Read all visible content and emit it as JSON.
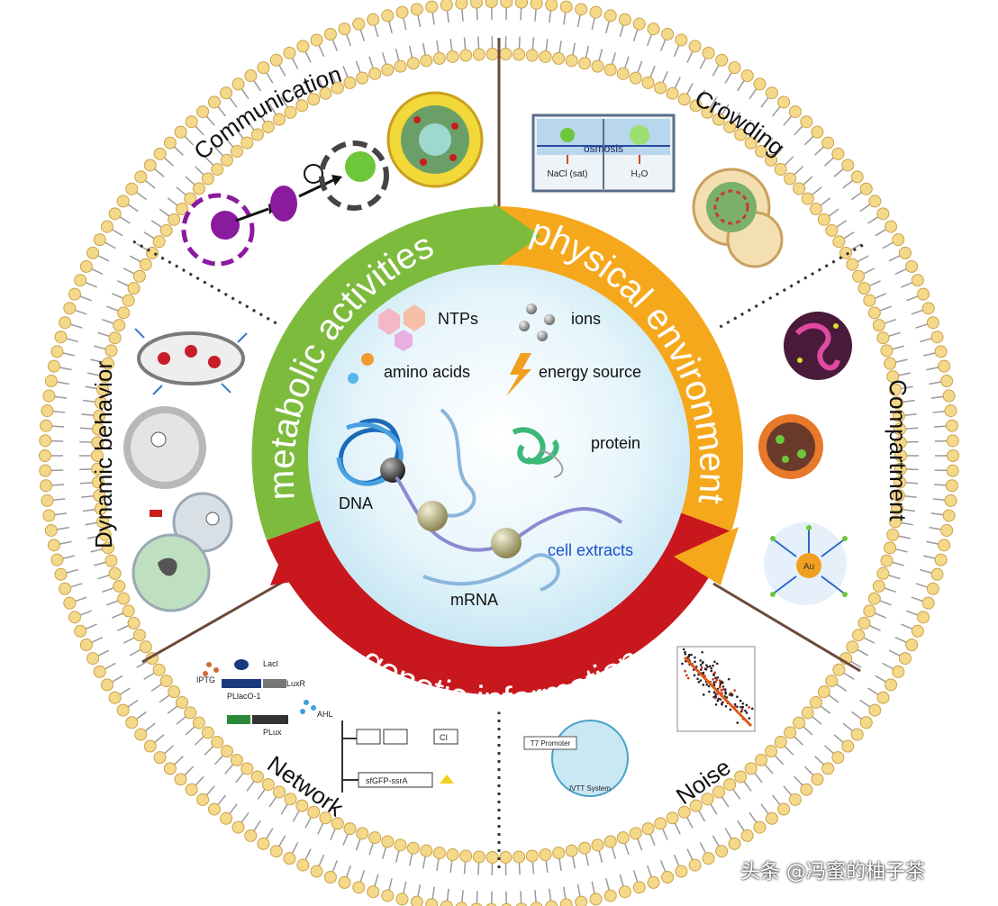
{
  "outer_categories": {
    "communication": "Communication",
    "crowding": "Crowding",
    "compartment": "Compartment",
    "noise": "Noise",
    "network": "Network",
    "dynamic_behavior": "Dynamic behavior"
  },
  "ring_labels": {
    "metabolic": "metabolic activities",
    "physical": "physical environment",
    "genetic": "genetic information"
  },
  "ring_colors": {
    "metabolic": "#7dbb3c",
    "physical": "#f5a81c",
    "genetic": "#c8181e"
  },
  "center_items": {
    "ntps": "NTPs",
    "ions": "ions",
    "amino_acids": "amino acids",
    "energy_source": "energy source",
    "protein": "protein",
    "dna": "DNA",
    "mrna": "mRNA",
    "cell_extracts": "cell extracts"
  },
  "crowding_panel": {
    "osmosis": "osmosis",
    "left_label": "NaCl (sat)",
    "right_label": "H₂O"
  },
  "network_panel": {
    "iptg": "IPTG",
    "laci": "LacI",
    "luxr": "LuxR",
    "plac": "PLlacO-1",
    "ahl": "AHL",
    "plux": "PLux",
    "gene1": "CI",
    "gene2": "sfGFP-ssrA"
  },
  "noise_panel": {
    "promoter": "T7 Promoter",
    "caption": "IVTT System"
  },
  "compartment_panel": {
    "au": "Au"
  },
  "watermark": "头条 @冯蜜的柚子茶"
}
